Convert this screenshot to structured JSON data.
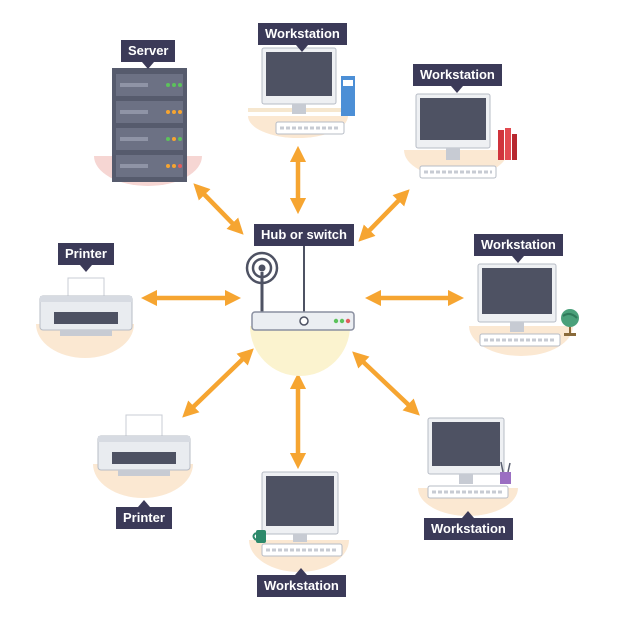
{
  "hub": {
    "label": "Hub or switch"
  },
  "nodes": {
    "server": "Server",
    "printer_left": "Printer",
    "printer_bottom": "Printer",
    "workstation_top": "Workstation",
    "workstation_top_right": "Workstation",
    "workstation_right": "Workstation",
    "workstation_bottom_right": "Workstation",
    "workstation_bottom": "Workstation"
  },
  "colors": {
    "label_bg": "#3b3a58",
    "arrow": "#f6a531",
    "screen": "#4e5263",
    "device_body": "#e9ecf0",
    "base_warm": "#fbe8d2",
    "base_pink": "#f6d6d3",
    "hub_glow": "#fbf3cf"
  }
}
